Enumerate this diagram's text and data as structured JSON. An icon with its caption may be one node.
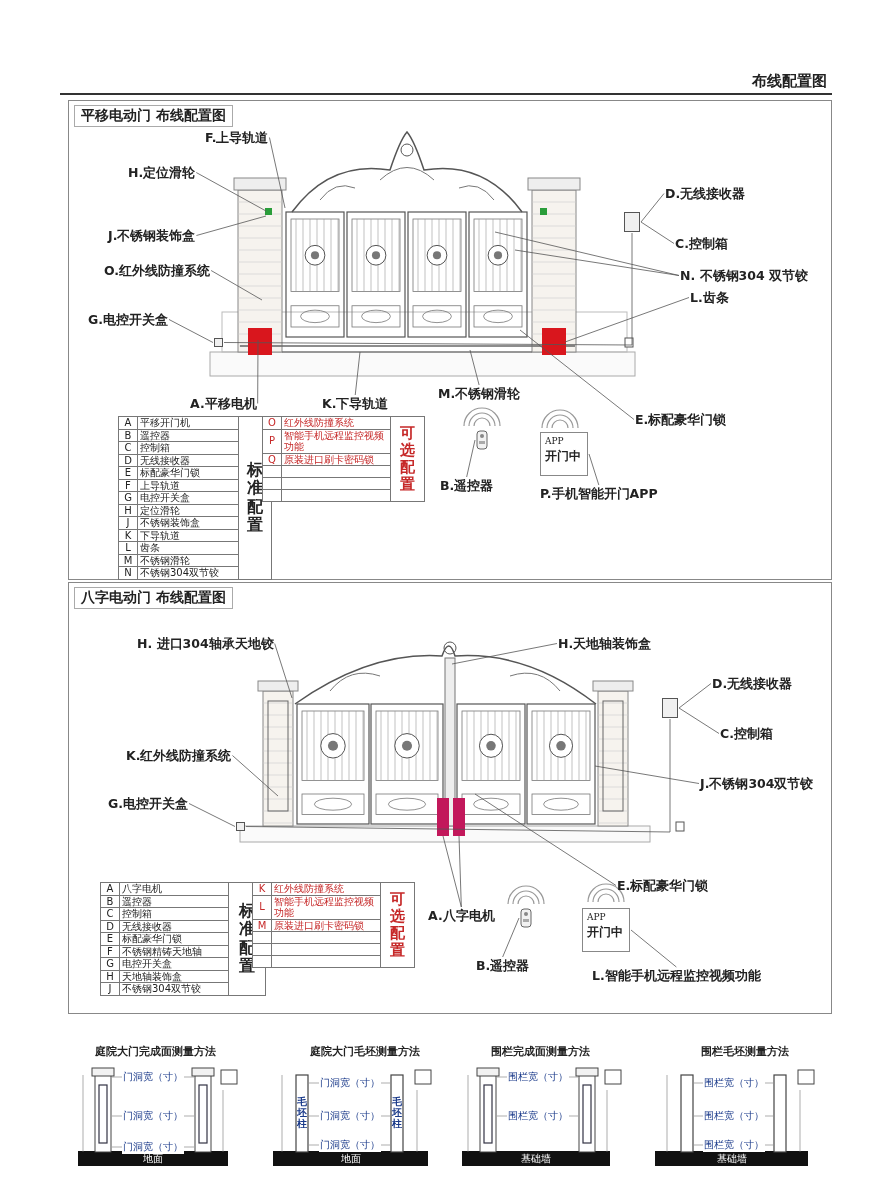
{
  "diagram": {
    "title": "布线配置图",
    "nodes": [
      {
        "text": [
          "平移电动门 布线配置图"
        ]
      },
      {
        "text": [
          "F.上导轨道"
        ],
        "in": 0
      },
      {
        "text": [
          "H.定位滑轮"
        ],
        "in": 0
      },
      {
        "text": [
          "J.不锈钢装饰盒"
        ],
        "in": 0
      },
      {
        "text": [
          "O.红外线防撞系统"
        ],
        "in": 0
      },
      {
        "text": [
          "G.电控开关盒"
        ],
        "in": 0
      },
      {
        "text": [
          "A.平移电机"
        ],
        "in": 0
      },
      {
        "text": [
          "K.下导轨道"
        ],
        "in": 0
      },
      {
        "text": [
          "M.不锈钢滑轮"
        ],
        "in": 0
      },
      {
        "text": [
          "E.标配豪华门锁"
        ],
        "in": 0
      },
      {
        "text": [
          "D.无线接收器"
        ],
        "in": 0
      },
      {
        "text": [
          "C.控制箱"
        ],
        "in": 0
      },
      {
        "text": [
          "N. 不锈钢304 双节铰"
        ],
        "in": 0
      },
      {
        "text": [
          "L.齿条"
        ],
        "in": 0
      },
      {
        "text": [
          "B.遥控器"
        ],
        "in": 0
      },
      {
        "text": [
          "P.手机智能开门APP"
        ],
        "in": 0
      },
      {
        "text": [],
        "shape": "picture",
        "in": 0
      },
      {
        "text": [
          "APP",
          "开门中"
        ],
        "in": 0
      },
      {
        "text": [
          "八字电动门 布线配置图"
        ]
      },
      {
        "text": [
          "H. 进口304轴承天地铰"
        ],
        "in": 18
      },
      {
        "text": [
          "H.天地轴装饰盒"
        ],
        "in": 18
      },
      {
        "text": [
          "D.无线接收器"
        ],
        "in": 18
      },
      {
        "text": [
          "C.控制箱"
        ],
        "in": 18
      },
      {
        "text": [
          "K.红外线防撞系统"
        ],
        "in": 18
      },
      {
        "text": [
          "J.不锈钢304双节铰"
        ],
        "in": 18
      },
      {
        "text": [
          "G.电控开关盒"
        ],
        "in": 18
      },
      {
        "text": [
          "A.八字电机"
        ],
        "in": 18
      },
      {
        "text": [
          "E.标配豪华门锁"
        ],
        "in": 18
      },
      {
        "text": [
          "B.遥控器"
        ],
        "in": 18
      },
      {
        "text": [
          "L.智能手机远程监控视频功能"
        ],
        "in": 18
      },
      {
        "text": [],
        "shape": "picture",
        "in": 18
      },
      {
        "text": [
          "APP",
          "开门中"
        ],
        "in": 18
      },
      {
        "text": [],
        "shape": "box",
        "in": 0
      },
      {
        "text": [],
        "shape": "box",
        "in": 0
      },
      {
        "text": [],
        "shape": "box",
        "in": 18
      },
      {
        "text": [],
        "shape": "box",
        "in": 18
      }
    ],
    "edges": [
      {
        "from": 1,
        "to": null,
        "arrow": "none"
      },
      {
        "from": 2,
        "to": null,
        "arrow": "none"
      },
      {
        "from": 3,
        "to": null,
        "arrow": "none"
      },
      {
        "from": 4,
        "to": null,
        "arrow": "none"
      },
      {
        "from": 5,
        "to": 32,
        "arrow": "none"
      },
      {
        "from": 6,
        "to": null,
        "arrow": "none"
      },
      {
        "from": 7,
        "to": null,
        "arrow": "none"
      },
      {
        "from": 8,
        "to": null,
        "arrow": "none"
      },
      {
        "from": 9,
        "to": null,
        "arrow": "none"
      },
      {
        "from": 10,
        "to": 33,
        "arrow": "none"
      },
      {
        "from": 11,
        "to": 33,
        "arrow": "none"
      },
      {
        "from": 12,
        "to": null,
        "arrow": "none"
      },
      {
        "from": 12,
        "to": null,
        "arrow": "none"
      },
      {
        "from": 13,
        "to": null,
        "arrow": "none"
      },
      {
        "from": 14,
        "to": 16,
        "arrow": "none"
      },
      {
        "from": 15,
        "to": 17,
        "arrow": "none"
      },
      {
        "from": 19,
        "to": null,
        "arrow": "none"
      },
      {
        "from": 20,
        "to": null,
        "arrow": "none"
      },
      {
        "from": 21,
        "to": 35,
        "arrow": "none"
      },
      {
        "from": 22,
        "to": 35,
        "arrow": "none"
      },
      {
        "from": 23,
        "to": null,
        "arrow": "none"
      },
      {
        "from": 24,
        "to": null,
        "arrow": "none"
      },
      {
        "from": 25,
        "to": 34,
        "arrow": "none"
      },
      {
        "from": 26,
        "to": null,
        "arrow": "none"
      },
      {
        "from": 26,
        "to": null,
        "arrow": "none"
      },
      {
        "from": 27,
        "to": null,
        "arrow": "none"
      },
      {
        "from": 28,
        "to": 30,
        "arrow": "none"
      },
      {
        "from": 29,
        "to": 31,
        "arrow": "none"
      },
      {
        "from": 33,
        "to": 32,
        "arrow": "none"
      },
      {
        "from": 35,
        "to": 34,
        "arrow": "none"
      }
    ],
    "labels": [
      "A",
      "平移开门机",
      "标准配置",
      "B",
      "遥控器",
      "C",
      "控制箱",
      "D",
      "无线接收器",
      "E",
      "标配豪华门锁",
      "F",
      "上导轨道",
      "G",
      "电控开关盒",
      "H",
      "定位滑轮",
      "J",
      "不锈钢装饰盒",
      "K",
      "下导轨道",
      "L",
      "齿条",
      "M",
      "不锈钢滑轮",
      "N",
      "不锈钢304双节铰",
      "O",
      "红外线防撞系统",
      "可选配置",
      "P",
      "智能手机远程监控视频功能",
      "Q",
      "原装进口刷卡密码锁",
      "A",
      "八字电机",
      "标准配置",
      "B",
      "遥控器",
      "C",
      "控制箱",
      "D",
      "无线接收器",
      "E",
      "标配豪华门锁",
      "F",
      "不锈钢精铸天地轴",
      "G",
      "电控开关盒",
      "H",
      "天地轴装饰盒",
      "J",
      "不锈钢304双节铰",
      "K",
      "红外线防撞系统",
      "可选配置",
      "L",
      "智能手机远程监控视频功能",
      "M",
      "原装进口刷卡密码锁",
      "庭院大门完成面测量方法",
      "门洞宽（寸）",
      "门洞宽（寸）",
      "门洞宽（寸）",
      "地面",
      "庭院大门毛坯测量方法",
      "毛坯柱",
      "毛坯柱",
      "门洞宽（寸）",
      "门洞宽（寸）",
      "门洞宽（寸）",
      "地面",
      "围栏完成面测量方法",
      "围栏宽（寸）",
      "围栏宽（寸）",
      "基础墙",
      "围栏毛坯测量方法",
      "围栏宽（寸）",
      "围栏宽（寸）",
      "围栏宽（寸）",
      "基础墙"
    ]
  }
}
